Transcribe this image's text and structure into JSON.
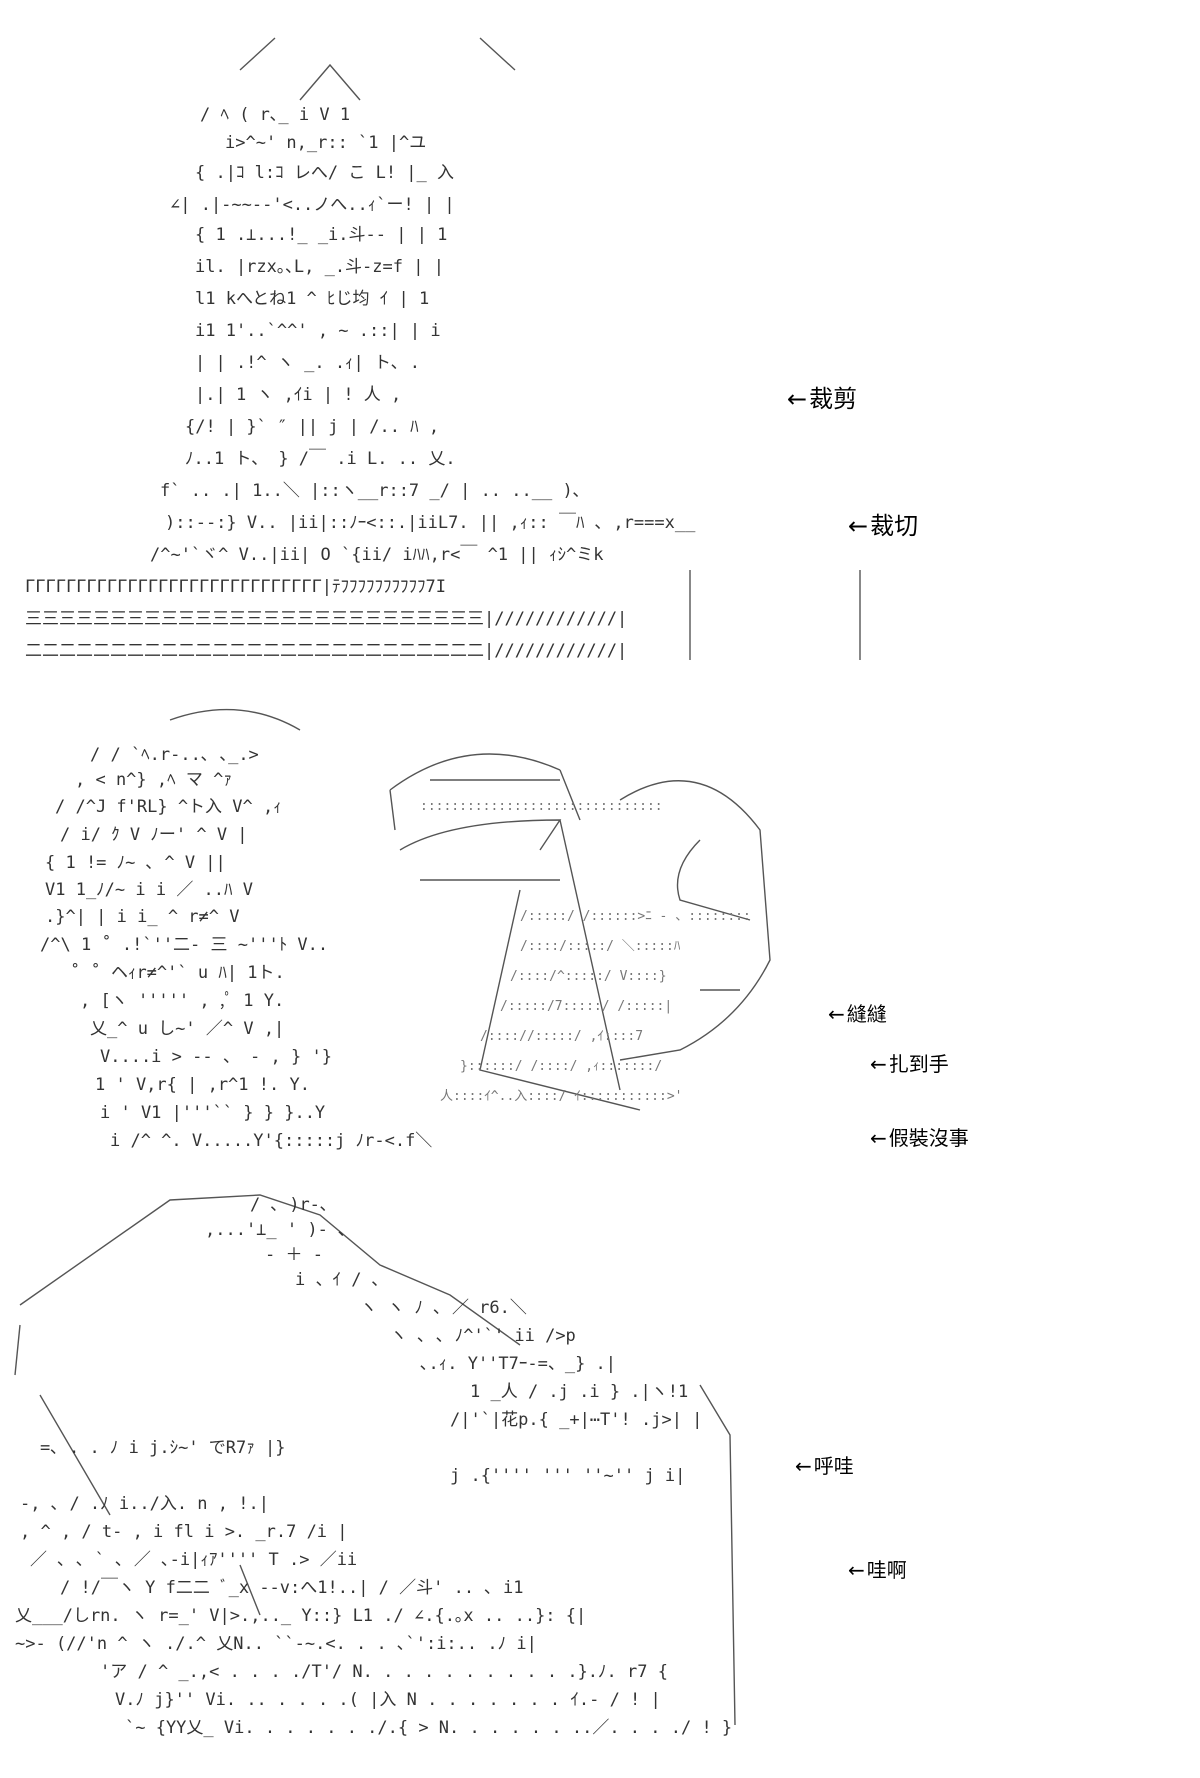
{
  "labels": [
    {
      "arrow": "←",
      "text": "裁剪"
    },
    {
      "arrow": "←",
      "text": "裁切"
    },
    {
      "arrow": "←",
      "text": "縫縫"
    },
    {
      "arrow": "←",
      "text": "扎到手"
    },
    {
      "arrow": "←",
      "text": "假裝沒事"
    },
    {
      "arrow": "←",
      "text": "呼哇"
    },
    {
      "arrow": "←",
      "text": "哇啊"
    }
  ],
  "colors": {
    "background": "#ffffff",
    "text": "#000000",
    "ascii_art": "#333333"
  }
}
